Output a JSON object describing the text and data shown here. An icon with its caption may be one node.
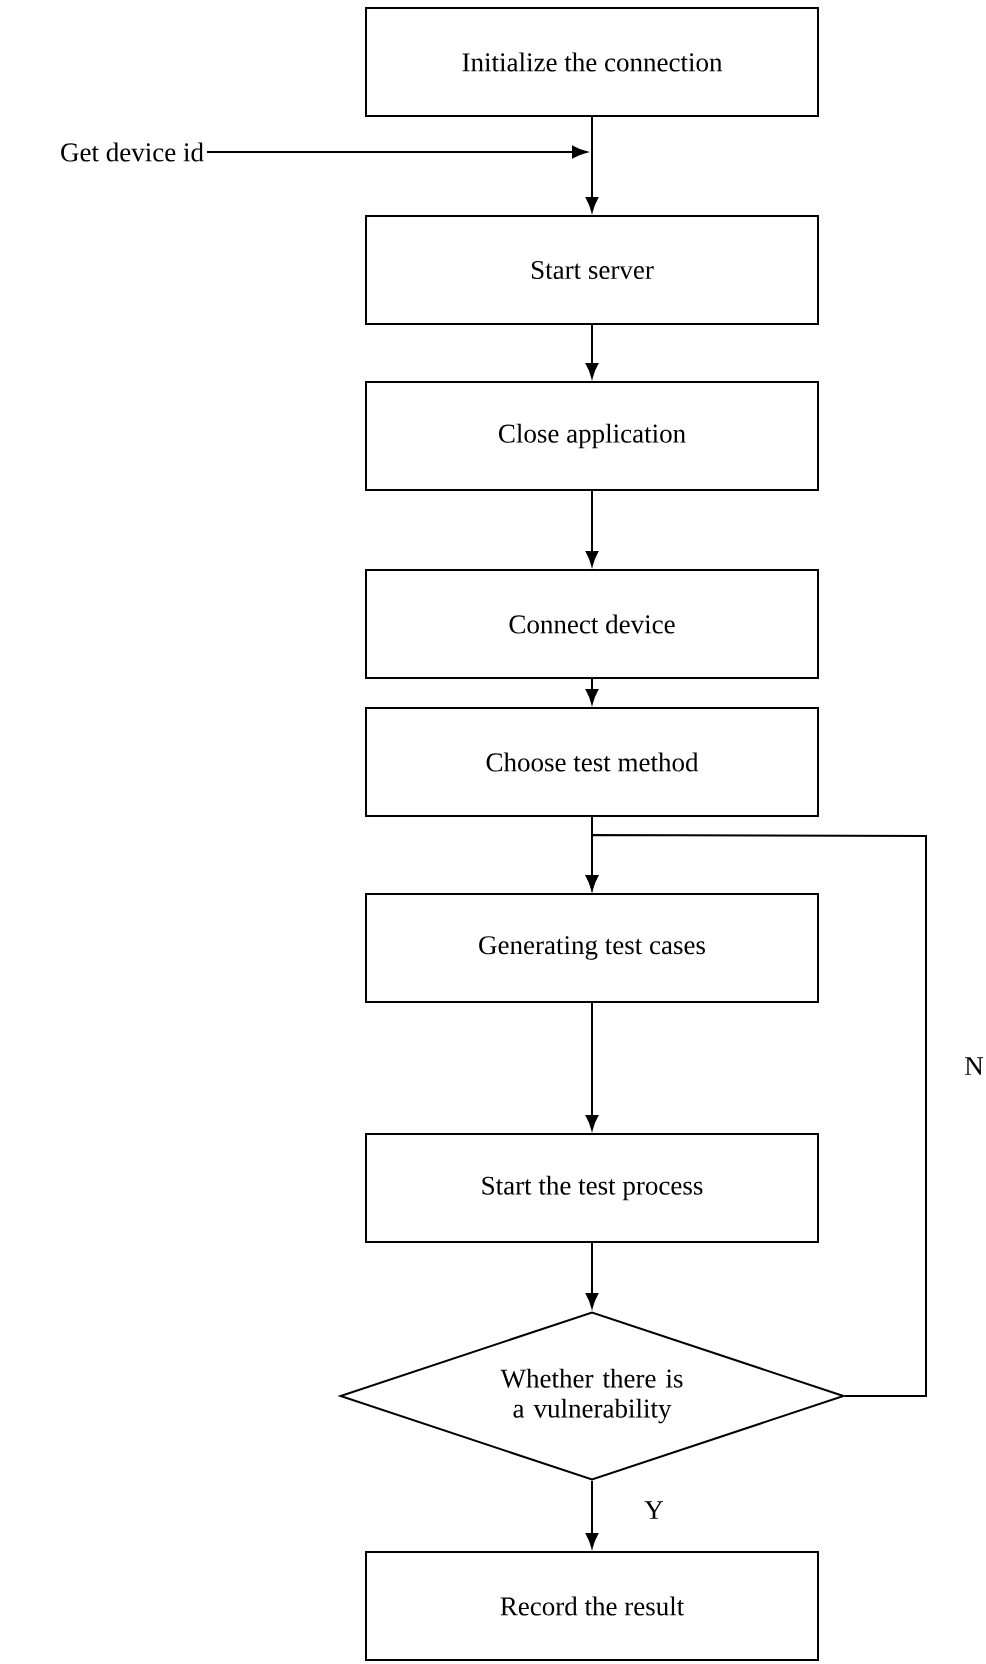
{
  "diagram": {
    "nodes": [
      {
        "text": [
          "Initialize the connection"
        ]
      },
      {
        "text": [
          "Get device id"
        ]
      },
      {
        "text": [
          "Start server"
        ]
      },
      {
        "text": [
          "Close application"
        ]
      },
      {
        "text": [
          "Connect device"
        ]
      },
      {
        "text": [
          "Choose test method"
        ]
      },
      {
        "text": [
          "Generating test cases"
        ]
      },
      {
        "text": [
          "Start the test process"
        ]
      },
      {
        "text": [
          "Whether there is a vulnerability"
        ]
      },
      {
        "text": [
          "Record the result"
        ]
      }
    ],
    "edges": [
      {
        "from": 0,
        "to": 2,
        "arrow": "to"
      },
      {
        "from": 1,
        "to": null,
        "arrow": "to"
      },
      {
        "from": 2,
        "to": 3,
        "arrow": "to"
      },
      {
        "from": 3,
        "to": 4,
        "arrow": "to"
      },
      {
        "from": 4,
        "to": 5,
        "arrow": "to"
      },
      {
        "from": 5,
        "to": 6,
        "arrow": "to"
      },
      {
        "from": 6,
        "to": 7,
        "arrow": "to"
      },
      {
        "from": 7,
        "to": 8,
        "arrow": "to"
      },
      {
        "from": 8,
        "to": 9,
        "arrow": "to",
        "label": "Y"
      },
      {
        "from": 8,
        "to": 6,
        "arrow": "to",
        "label": "N"
      }
    ]
  }
}
